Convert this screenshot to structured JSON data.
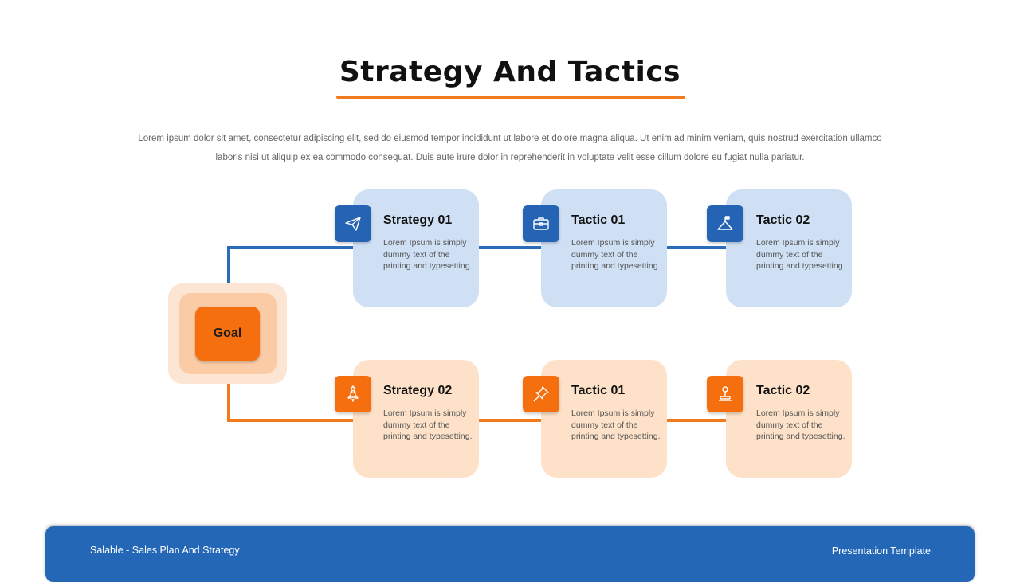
{
  "title": "Strategy And Tactics",
  "description": "Lorem ipsum dolor sit amet, consectetur adipiscing elit, sed do eiusmod tempor incididunt ut labore et dolore magna aliqua. Ut enim ad minim veniam, quis nostrud exercitation ullamco laboris nisi ut aliquip ex ea commodo consequat. Duis aute irure dolor in reprehenderit in voluptate velit esse cillum dolore eu fugiat nulla pariatur.",
  "goal": {
    "label": "Goal",
    "color": "#f56f0f"
  },
  "colors": {
    "blue": "#2563b4",
    "blue_light": "#cfe0f5",
    "orange": "#f56f0f",
    "orange_light": "#fde1c8"
  },
  "top_row": [
    {
      "title": "Strategy 01",
      "text": "Lorem Ipsum is simply dummy text of the printing and typesetting.",
      "icon": "paper-plane-icon"
    },
    {
      "title": "Tactic 01",
      "text": "Lorem Ipsum is simply dummy text of the printing and typesetting.",
      "icon": "briefcase-icon"
    },
    {
      "title": "Tactic 02",
      "text": "Lorem Ipsum is simply dummy text of the printing and typesetting.",
      "icon": "mountain-flag-icon"
    }
  ],
  "bottom_row": [
    {
      "title": "Strategy 02",
      "text": "Lorem Ipsum is simply dummy text of the printing and typesetting.",
      "icon": "rocket-icon"
    },
    {
      "title": "Tactic 01",
      "text": "Lorem Ipsum is simply dummy text of the printing and typesetting.",
      "icon": "pushpin-icon"
    },
    {
      "title": "Tactic 02",
      "text": "Lorem Ipsum is simply dummy text of the printing and typesetting.",
      "icon": "joystick-icon"
    }
  ],
  "footer": {
    "left": "Salable - Sales Plan And Strategy",
    "right": "Presentation Template"
  }
}
